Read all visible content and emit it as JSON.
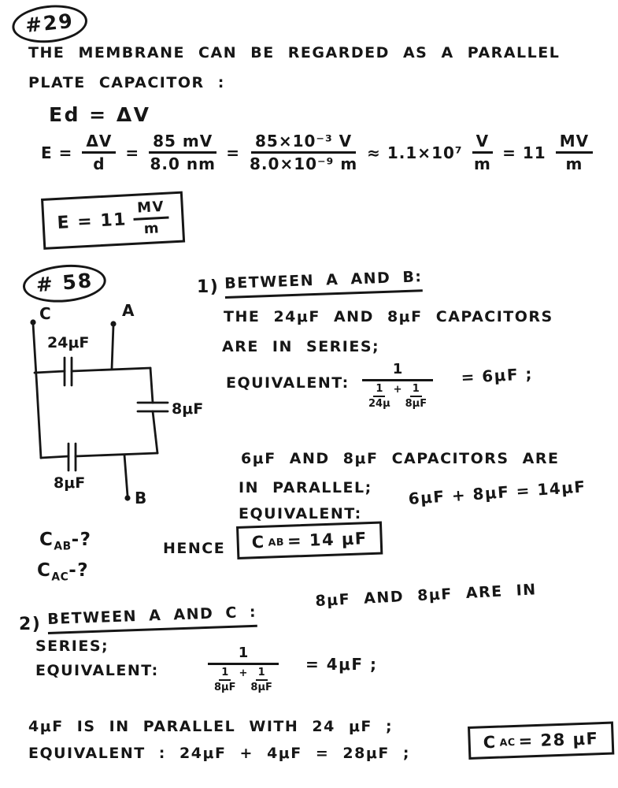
{
  "p29": {
    "badge": "#29",
    "line1": "THE MEMBRANE CAN BE REGARDED AS A PARALLEL",
    "line2": "PLATE CAPACITOR :",
    "setup": "Ed = ΔV",
    "eq": {
      "lhs": "E =",
      "f1": {
        "num": "ΔV",
        "den": "d"
      },
      "eq1": "=",
      "f2": {
        "num": "85 mV",
        "den": "8.0 nm"
      },
      "eq2": "=",
      "f3": {
        "num": "85×10⁻³ V",
        "den": "8.0×10⁻⁹ m"
      },
      "approx": "≈ 1.1×10⁷",
      "f4": {
        "num": "V",
        "den": "m"
      },
      "eq3": "= 11",
      "f5": {
        "num": "MV",
        "den": "m"
      }
    },
    "result": {
      "lhs": "E = 11",
      "f": {
        "num": "MV",
        "den": "m"
      }
    }
  },
  "p58": {
    "badge": "# 58",
    "circuit": {
      "node_c": "C",
      "node_a": "A",
      "node_b": "B",
      "cap_top": "24μF",
      "cap_right": "8μF",
      "cap_bottom": "8μF"
    },
    "q1": {
      "base": "C",
      "sub": "AB",
      "suffix": "-?"
    },
    "q2": {
      "base": "C",
      "sub": "AC",
      "suffix": "-?"
    },
    "part1": {
      "num": "1)",
      "heading": "BETWEEN A AND B:",
      "line1": "THE 24μF AND 8μF CAPACITORS",
      "line2": "ARE IN SERIES;",
      "equiv1": "EQUIVALENT:",
      "frac": {
        "num": "1",
        "d1": {
          "num": "1",
          "den": "24μ"
        },
        "plus": "+",
        "d2": {
          "num": "1",
          "den": "8μF"
        }
      },
      "frac_result": "= 6μF ;",
      "line3": "6μF AND 8μF CAPACITORS ARE",
      "line4": "IN PARALLEL;",
      "equiv2": "EQUIVALENT:",
      "sum": "6μF + 8μF = 14μF",
      "hence": "HENCE",
      "boxed": {
        "base": "C",
        "sub": "AB",
        "rest": "= 14 μF"
      }
    },
    "part2": {
      "num": "2)",
      "heading": "BETWEEN A AND C :",
      "side": "8μF AND 8μF ARE IN",
      "line1": "SERIES;",
      "equiv1": "EQUIVALENT:",
      "frac": {
        "num": "1",
        "d1": {
          "num": "1",
          "den": "8μF"
        },
        "plus": "+",
        "d2": {
          "num": "1",
          "den": "8μF"
        }
      },
      "frac_result": "= 4μF ;",
      "line2": "4μF IS IN PARALLEL WITH 24 μF ;",
      "line3": "EQUIVALENT : 24μF + 4μF = 28μF ;",
      "boxed": {
        "base": "C",
        "sub": "AC",
        "rest": "= 28 μF"
      }
    }
  }
}
